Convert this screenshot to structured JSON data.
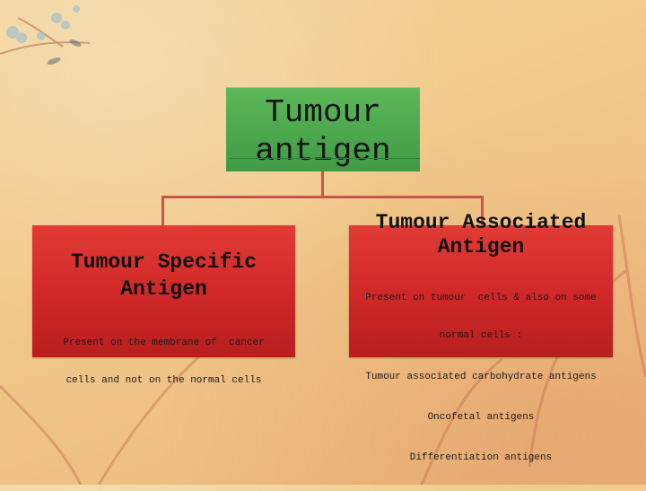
{
  "root": {
    "line1": "Tumour",
    "line2": "antigen"
  },
  "left": {
    "heading_line1": "Tumour Specific",
    "heading_line2": "Antigen",
    "desc_line1": "Present on the membrane of  cancer",
    "desc_line2": "cells and not on the normal cells"
  },
  "right": {
    "heading_line1": "Tumour Associated",
    "heading_line2": "Antigen",
    "items": [
      "Present on tumour  cells & also on some",
      "normal cells :",
      "Tumour associated carbohydrate antigens",
      "Oncofetal antigens",
      "Differentiation antigens"
    ]
  },
  "colors": {
    "root_fill": "#4aa84d",
    "child_fill": "#cf2727",
    "connector": "#c9554b",
    "background": "#f1c98a"
  }
}
